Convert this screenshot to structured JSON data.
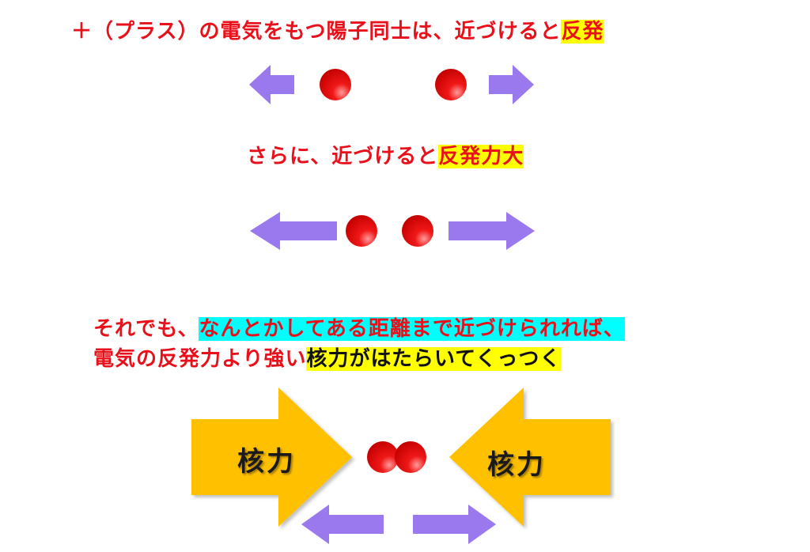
{
  "line1": {
    "text": "＋（プラス）の電気をもつ陽子同士は、近づけると",
    "highlight": "反発"
  },
  "line2": {
    "text": "さらに、近づけると",
    "highlight": "反発力大"
  },
  "line3": {
    "text": "それでも、",
    "highlight": "なんとかしてある距離まで近づけられれば、"
  },
  "line4": {
    "text": "電気の反発力より強い",
    "highlight": "核力がはたらいてくっつく"
  },
  "force_labels": {
    "left": "核力",
    "right": "核力"
  },
  "colors": {
    "text_red": "#e8101a",
    "highlight_yellow": "#ffff00",
    "highlight_cyan": "#00ffff",
    "arrow_purple": "#9a78ee",
    "nuclear_force_gold": "#ffc000",
    "proton_red": "#ee1111"
  }
}
